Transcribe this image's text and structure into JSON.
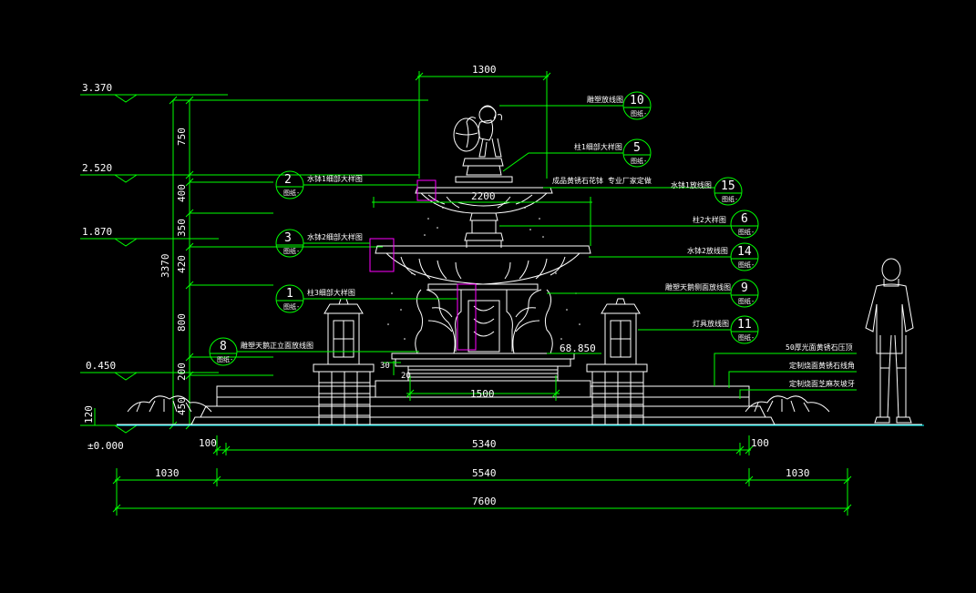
{
  "drawing": {
    "colors": {
      "background": "#000000",
      "dimension": "#00ff00",
      "outline": "#ffffff",
      "ground": "#00ffff",
      "detail_box": "#ff00ff",
      "text": "#ffffff"
    },
    "levels": [
      {
        "id": "l3370",
        "label": "3.370"
      },
      {
        "id": "l2520",
        "label": "2.520"
      },
      {
        "id": "l1870",
        "label": "1.870"
      },
      {
        "id": "l0450",
        "label": "0.450"
      },
      {
        "id": "l0000",
        "label": "±0.000"
      }
    ],
    "vertical_dims": [
      "750",
      "400",
      "350",
      "420",
      "800",
      "200",
      "450",
      "120",
      "3370"
    ],
    "horizontal_dims": {
      "top_width": "1300",
      "middle_bowl": "2200",
      "base": "1500",
      "inner_offset_left": "100",
      "inner": "5340",
      "inner_offset_right": "100",
      "outer_left": "1030",
      "outer_middle": "5540",
      "outer_right": "1030",
      "total": "7600",
      "small_30": "30",
      "small_20": "20",
      "elev_68850": "68.850"
    },
    "callouts_left": [
      {
        "id": "c2",
        "num": "2",
        "text": "水钵1细部大样图"
      },
      {
        "id": "c3",
        "num": "3",
        "text": "水钵2细部大样图"
      },
      {
        "id": "c1",
        "num": "1",
        "text": "柱3细部大样图"
      },
      {
        "id": "c8",
        "num": "8",
        "text": "雕塑天鹅正立面放线图"
      }
    ],
    "callouts_right": [
      {
        "id": "c10",
        "num": "10",
        "text": "雕塑放线图"
      },
      {
        "id": "c5",
        "num": "5",
        "text": "柱1细部大样图"
      },
      {
        "id": "c15",
        "num": "15",
        "text": "水钵1放线图"
      },
      {
        "id": "c6",
        "num": "6",
        "text": "柱2大样图"
      },
      {
        "id": "c14",
        "num": "14",
        "text": "水钵2放线图"
      },
      {
        "id": "c9",
        "num": "9",
        "text": "雕塑天鹅侧面放线图"
      },
      {
        "id": "c11",
        "num": "11",
        "text": "灯具放线图"
      }
    ],
    "sheet_ref": "图纸-",
    "notes": {
      "sculpture_spec": "成品黄锈石花钵 专业厂家定做",
      "cap": "50厚光面黄锈石压顶",
      "corner": "定制烧面黄锈石线角",
      "base": "定制烧面芝麻灰坡牙"
    }
  }
}
